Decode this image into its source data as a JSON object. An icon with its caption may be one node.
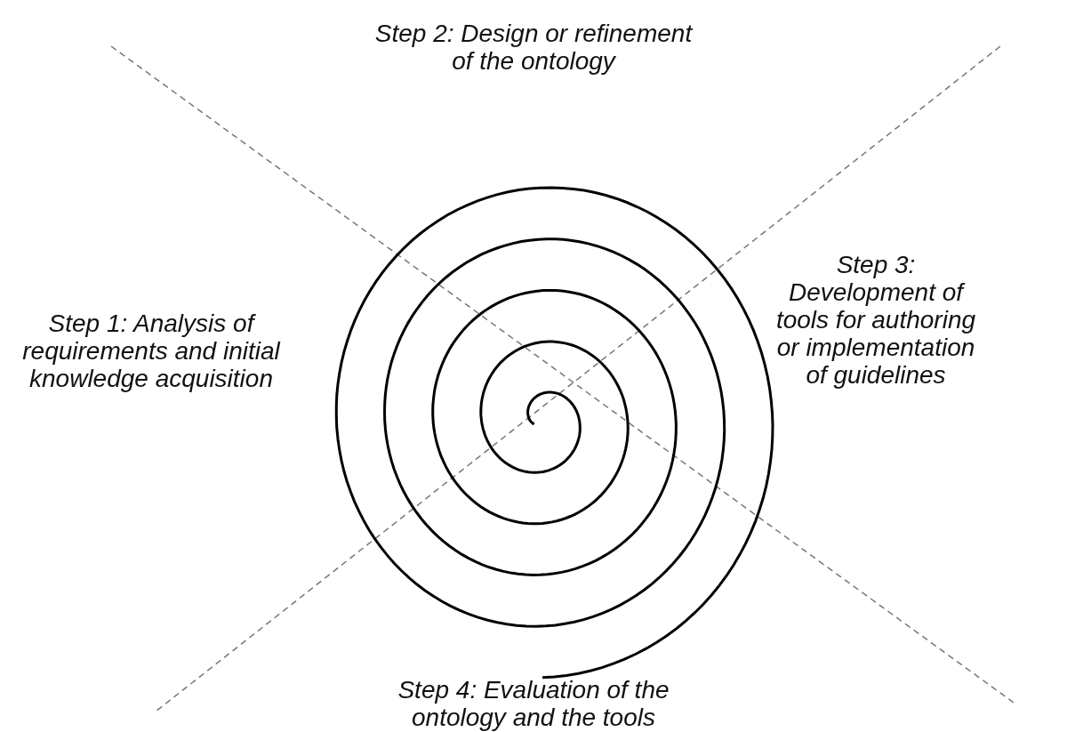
{
  "diagram": {
    "labels": [
      "Step 2: Design or refinement of the ontology",
      "Step 1: Analysis of requirements and initial knowledge acquisition",
      "Step 3: Development of tools for authoring or implementation of guidelines",
      "Step 4: Evaluation of the ontology and the tools"
    ]
  }
}
